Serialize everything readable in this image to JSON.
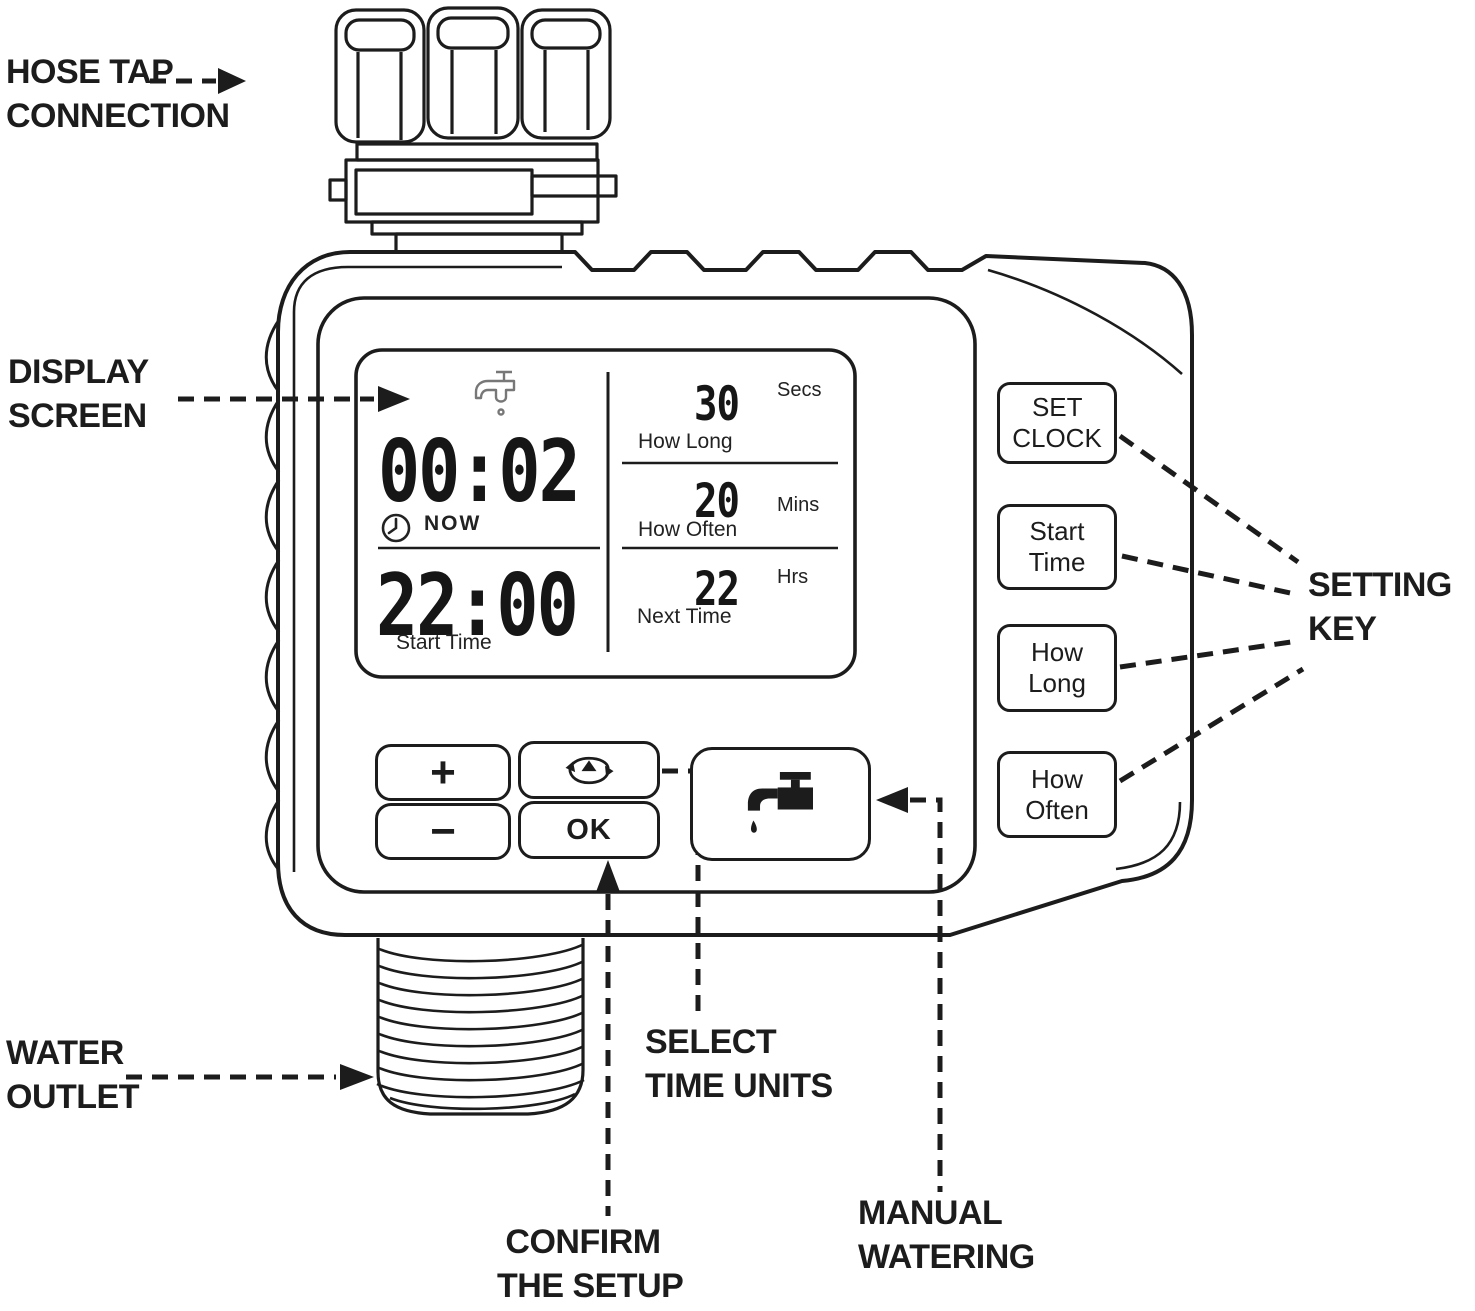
{
  "device": {
    "display": {
      "now_time": "00:02",
      "now_label": "NOW",
      "start_time": "22:00",
      "start_time_label": "Start Time",
      "rows": [
        {
          "value": "30",
          "unit": "Secs",
          "label": "How Long"
        },
        {
          "value": "20",
          "unit": "Mins",
          "label": "How Often"
        },
        {
          "value": "22",
          "unit": "Hrs",
          "label": "Next Time"
        }
      ]
    },
    "buttons": {
      "plus": "+",
      "minus": "−",
      "ok": "OK"
    },
    "setting_keys": [
      {
        "line1": "SET",
        "line2": "CLOCK"
      },
      {
        "line1": "Start",
        "line2": "Time"
      },
      {
        "line1": "How",
        "line2": "Long"
      },
      {
        "line1": "How",
        "line2": "Often"
      }
    ],
    "icons": {
      "select_icon": "cycle-arrows-with-up-triangle",
      "manual_icon": "faucet-with-drip",
      "display_status_icon": "faucet-outline",
      "display_clock_icon": "clock-face"
    }
  },
  "annotations": {
    "hose_tap": {
      "line1": "HOSE TAP",
      "line2": "CONNECTION"
    },
    "display_screen": {
      "line1": "DISPLAY",
      "line2": "SCREEN"
    },
    "water_outlet": {
      "line1": "WATER",
      "line2": "OUTLET"
    },
    "setting_key": {
      "line1": "SETTING",
      "line2": "KEY"
    },
    "select_time_units": {
      "line1": "SELECT",
      "line2": "TIME UNITS"
    },
    "confirm_setup": {
      "line1": "CONFIRM",
      "line2": "THE SETUP"
    },
    "manual_watering": {
      "line1": "MANUAL",
      "line2": "WATERING"
    }
  },
  "colors": {
    "ink": "#1c1c1c",
    "display_icon": "#777777",
    "background": "#ffffff"
  }
}
